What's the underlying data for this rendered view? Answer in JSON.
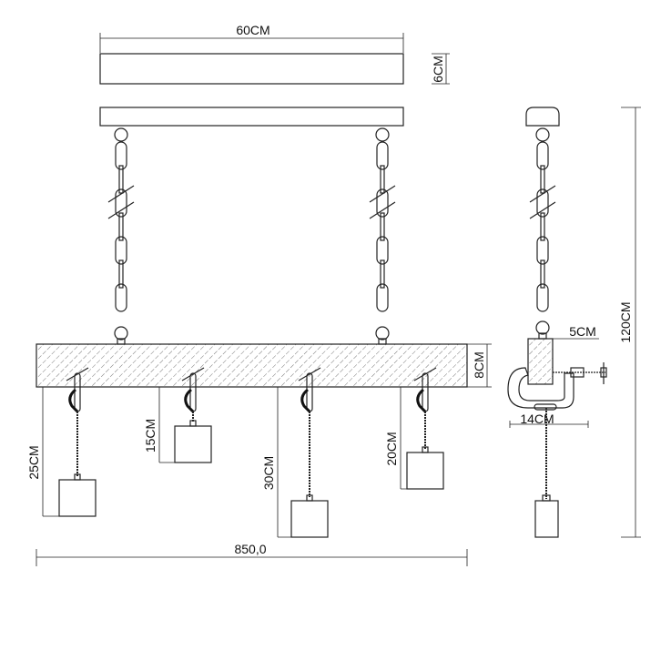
{
  "dimensions": {
    "canopy_width": "60CM",
    "canopy_height": "6CM",
    "beam_height": "8CM",
    "beam_depth": "5CM",
    "clamp_width": "14CM",
    "total_height": "120CM",
    "total_length": "850,0",
    "drops": [
      "25CM",
      "15CM",
      "30CM",
      "20CM"
    ]
  },
  "colors": {
    "line": "#222222",
    "background": "#ffffff"
  }
}
